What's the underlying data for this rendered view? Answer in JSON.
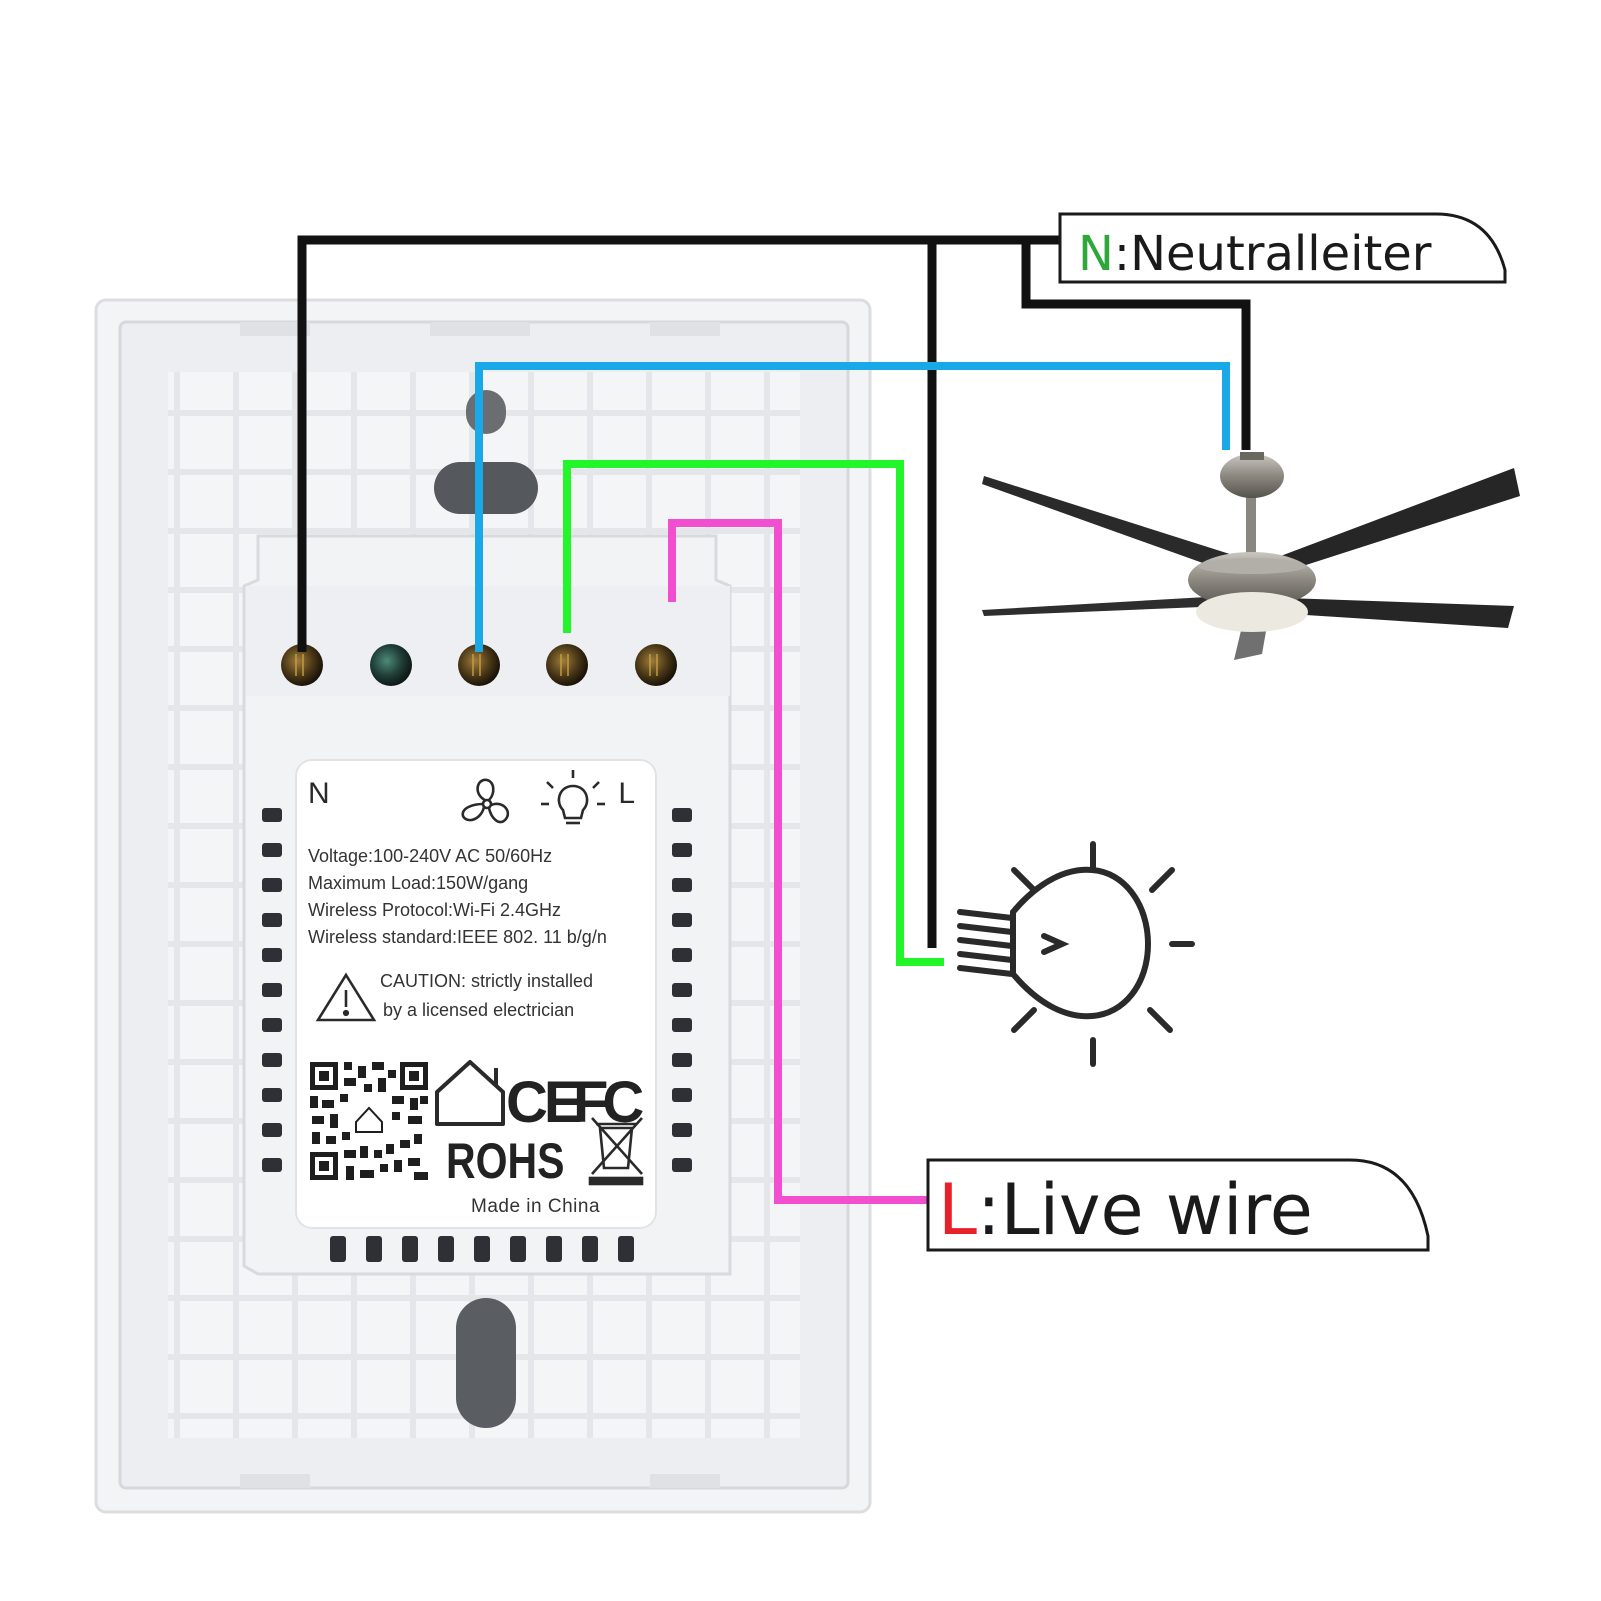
{
  "labels": {
    "neutral": {
      "letter": "N",
      "separator": ":",
      "text": "Neutralleiter",
      "letter_color": "#2ea83a"
    },
    "live": {
      "letter": "L",
      "separator": ":",
      "text": "Live wire",
      "letter_color": "#e8202a"
    }
  },
  "device": {
    "terminal_n": "N",
    "terminal_l": "L",
    "specs": [
      "Voltage:100-240V AC 50/60Hz",
      "Maximum Load:150W/gang",
      "Wireless Protocol:Wi-Fi 2.4GHz",
      "Wireless standard:IEEE 802. 11 b/g/n"
    ],
    "caution_line1": "CAUTION: strictly installed",
    "caution_line2": "by a licensed electrician",
    "ce_mark": "CE",
    "fc_mark": "FC",
    "rohs": "ROHS",
    "made_in": "Made in China"
  },
  "wires": [
    {
      "name": "neutral",
      "color": "#111111"
    },
    {
      "name": "fan",
      "color": "#1aa9e8"
    },
    {
      "name": "light",
      "color": "#22f52a"
    },
    {
      "name": "live",
      "color": "#f24fd0"
    }
  ],
  "icons": [
    "fan-icon",
    "bulb-icon",
    "caution-icon",
    "qr-code-icon",
    "home-icon",
    "weee-bin-icon",
    "ceiling-fan-icon",
    "light-bulb-icon"
  ]
}
